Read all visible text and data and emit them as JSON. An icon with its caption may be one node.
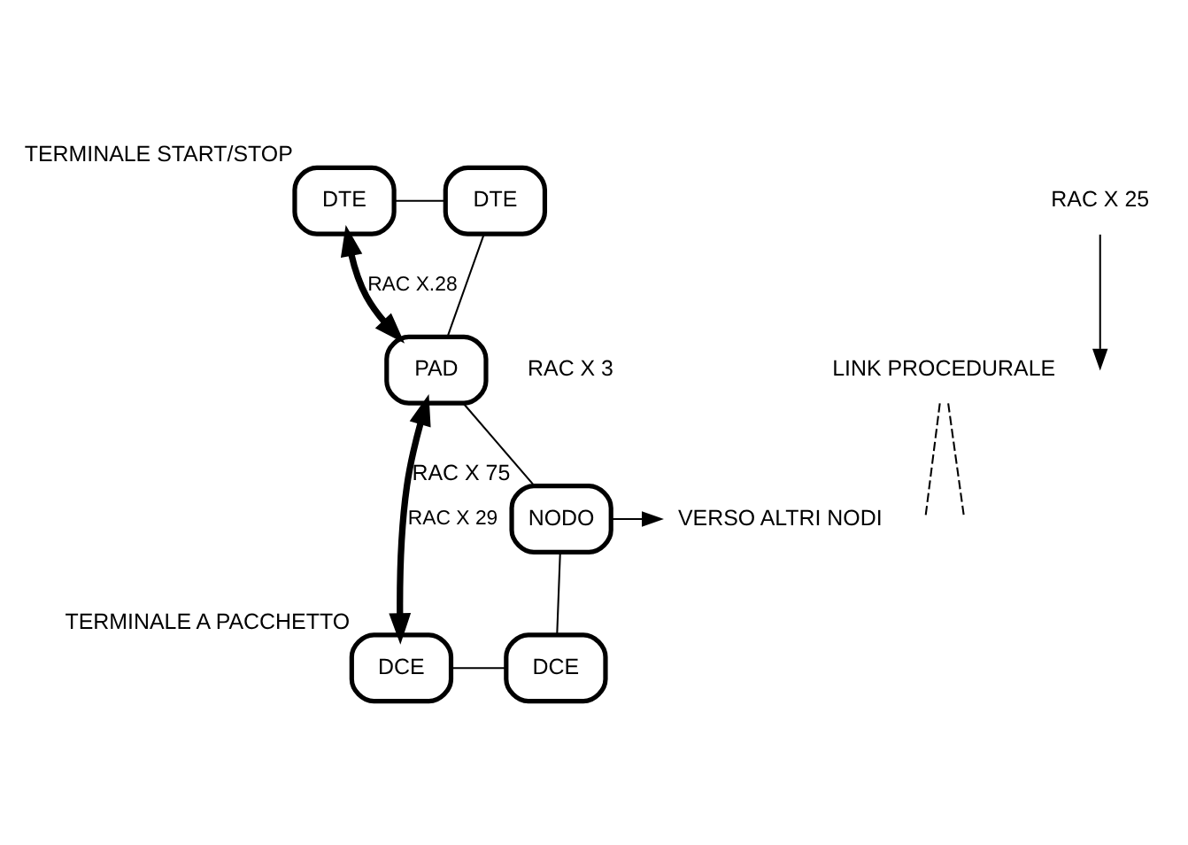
{
  "diagram": {
    "nodes": [
      {
        "text": [
          "DTE"
        ],
        "beside": [
          "TERMINALE START/STOP"
        ]
      },
      {
        "text": [
          "DTE"
        ]
      },
      {
        "text": [
          "PAD"
        ],
        "beside": [
          "RAC X 3"
        ]
      },
      {
        "text": [
          "NODO"
        ],
        "beside": [
          "RAC X 75"
        ]
      },
      {
        "text": [
          "DCE"
        ],
        "beside": [
          "TERMINALE A PACCHETTO"
        ]
      },
      {
        "text": [
          "DCE"
        ]
      },
      {
        "text": [
          "VERSO ALTRI NODI"
        ]
      },
      {
        "text": [
          "LINK PROCEDURALE"
        ]
      },
      {
        "text": [
          "RAC X 25"
        ]
      }
    ],
    "edges": [
      {
        "from": 0,
        "to": 1,
        "arrow": "none"
      },
      {
        "from": 1,
        "to": 2,
        "arrow": "none"
      },
      {
        "from": 2,
        "to": 3,
        "arrow": "none"
      },
      {
        "from": 3,
        "to": 5,
        "arrow": "none"
      },
      {
        "from": 4,
        "to": 5,
        "arrow": "none"
      },
      {
        "from": 2,
        "to": 0,
        "arrow": "both",
        "label": "RAC X.28",
        "style": "thick"
      },
      {
        "from": 2,
        "to": 4,
        "arrow": "both",
        "label": "RAC X 29",
        "style": "thick"
      },
      {
        "from": 3,
        "to": 6,
        "arrow": "to"
      },
      {
        "from": 7,
        "to": null,
        "arrow": "none",
        "style": "dashed"
      },
      {
        "from": 7,
        "to": null,
        "arrow": "none",
        "style": "dashed"
      },
      {
        "from": 8,
        "to": null,
        "arrow": "to"
      }
    ]
  }
}
